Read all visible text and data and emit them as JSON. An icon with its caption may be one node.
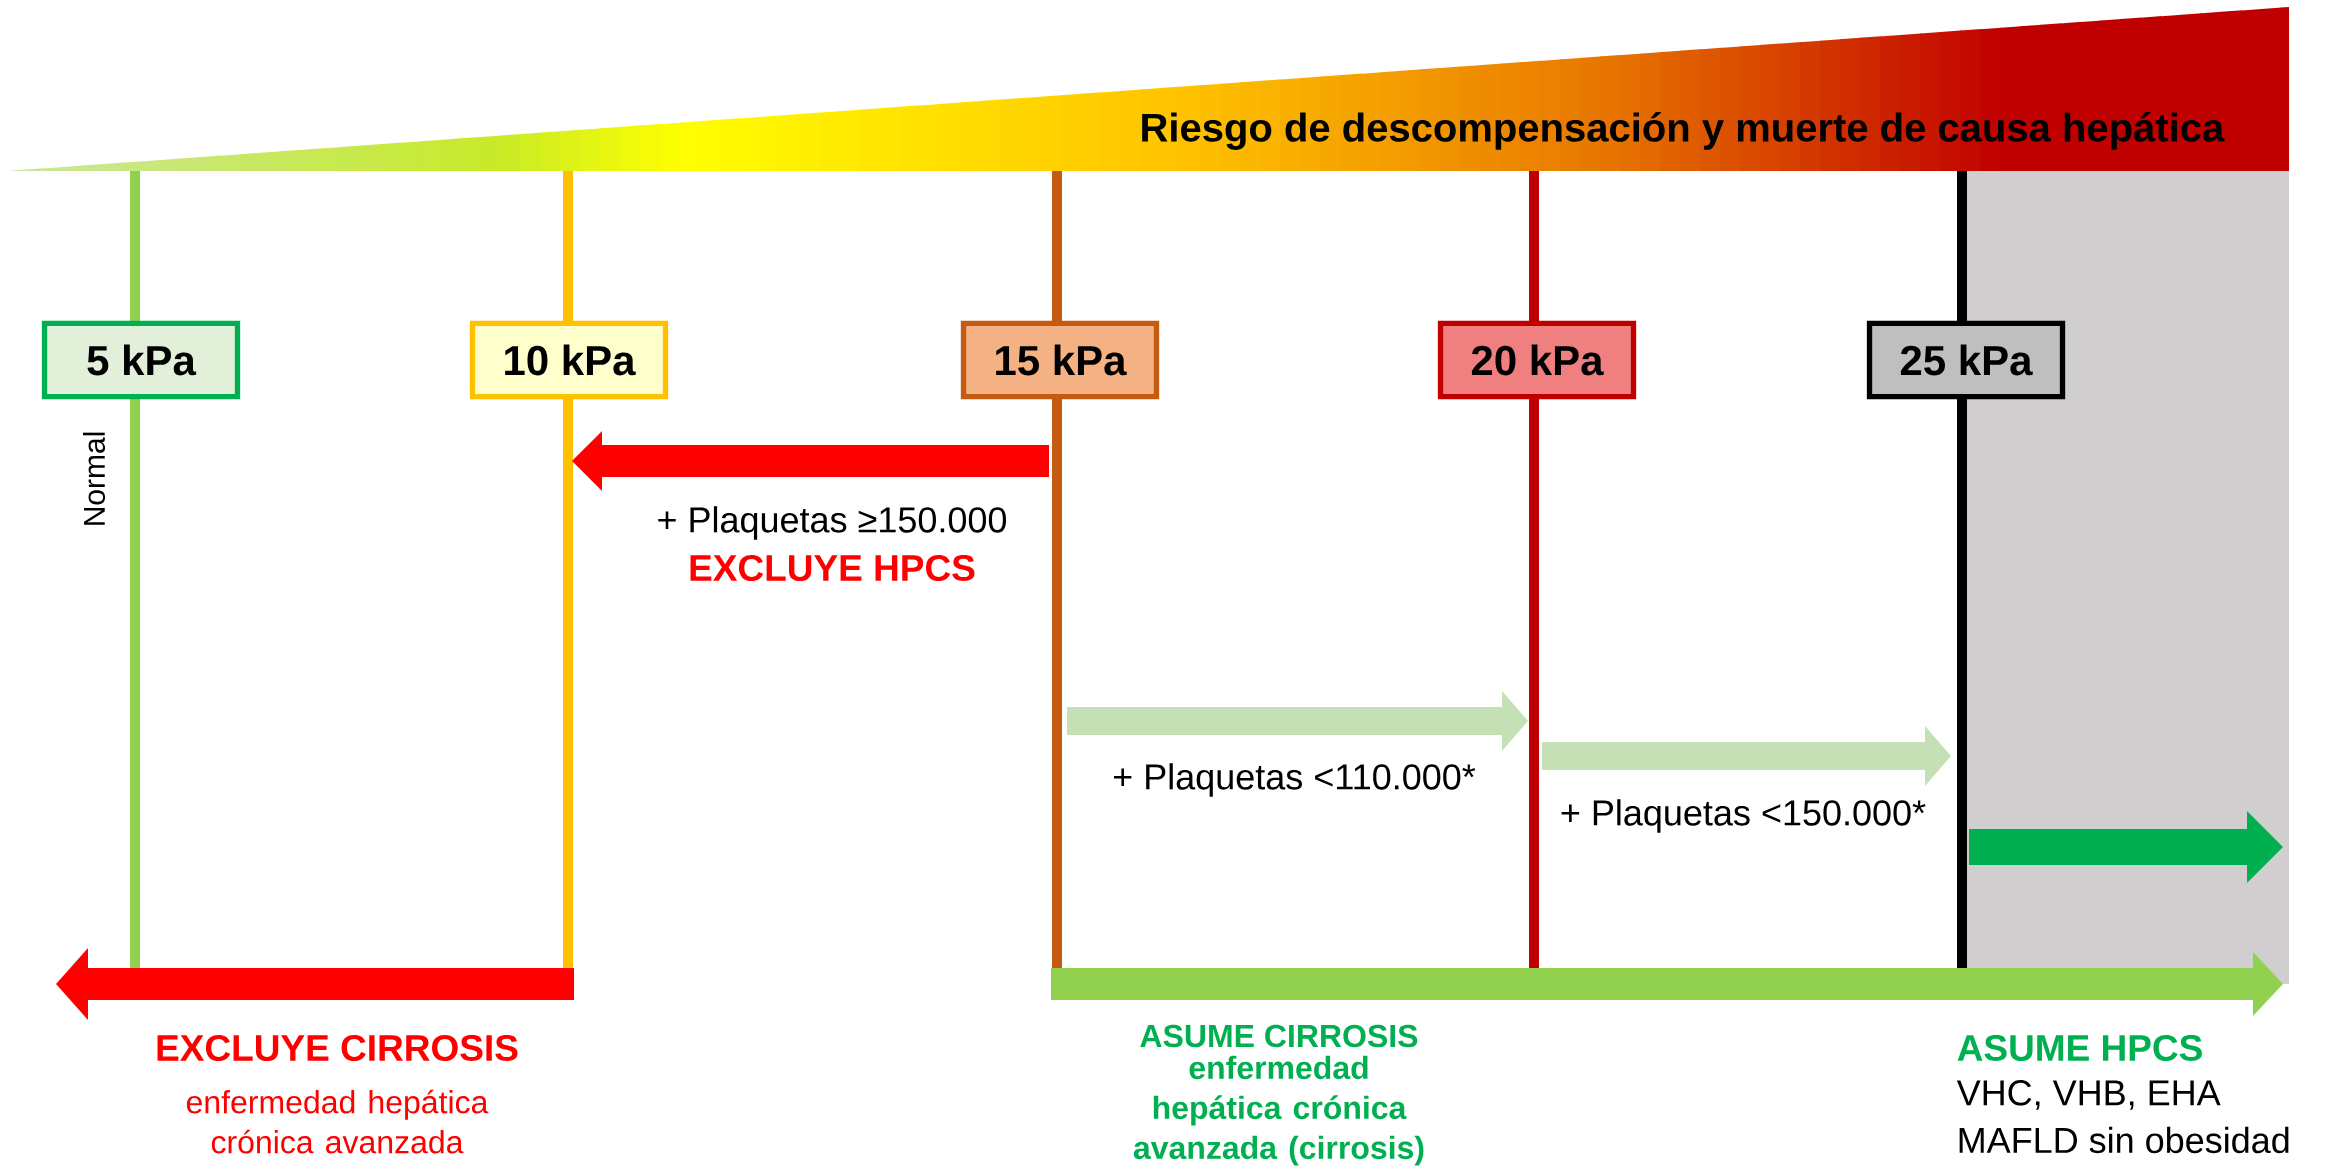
{
  "diagram": {
    "title": "Riesgo de descompensación y muerte de causa hepática",
    "nodes": [
      {
        "text": [
          "5 kPa"
        ]
      },
      {
        "text": [
          "10 kPa"
        ]
      },
      {
        "text": [
          "15 kPa"
        ]
      },
      {
        "text": [
          "20 kPa"
        ]
      },
      {
        "text": [
          "25 kPa"
        ]
      }
    ],
    "labels": [
      "Normal",
      "+ Plaquetas ≥150.000",
      "EXCLUYE HPCS",
      "+ Plaquetas <110.000*",
      "+ Plaquetas <150.000*",
      "EXCLUYE CIRROSIS",
      "enfermedad hepática crónica avanzada",
      "ASUME CIRROSIS",
      "enfermedad hepática crónica avanzada (cirrosis)",
      "ASUME HPCS",
      "VHC, VHB, EHA",
      "MAFLD sin obesidad"
    ]
  }
}
